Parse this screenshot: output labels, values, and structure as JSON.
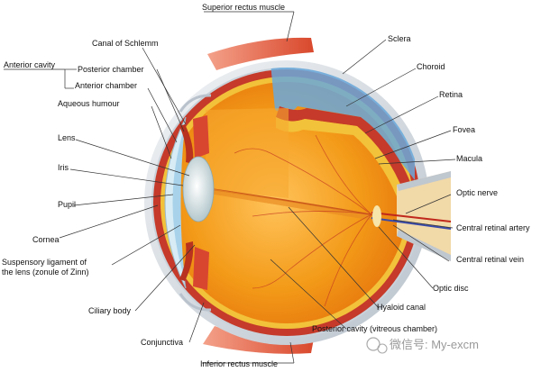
{
  "labels": {
    "superior_rectus_muscle": "Superior rectus muscle",
    "canal_of_schlemm": "Canal of Schlemm",
    "sclera": "Sclera",
    "anterior_cavity": "Anterior cavity",
    "posterior_chamber": "Posterior chamber",
    "anterior_chamber": "Anterior chamber",
    "choroid": "Choroid",
    "aqueous_humour": "Aqueous humour",
    "retina": "Retina",
    "lens": "Lens",
    "fovea": "Fovea",
    "macula": "Macula",
    "iris": "Iris",
    "optic_nerve": "Optic nerve",
    "pupil": "Pupil",
    "central_retinal_artery": "Central retinal artery",
    "cornea": "Cornea",
    "central_retinal_vein": "Central retinal vein",
    "suspensory_ligament_line1": "Suspensory ligament of",
    "suspensory_ligament_line2": "the lens (zonule of Zinn)",
    "optic_disc": "Optic disc",
    "ciliary_body": "Ciliary body",
    "hyaloid_canal": "Hyaloid canal",
    "conjunctiva": "Conjunctiva",
    "posterior_cavity": "Posterior cavity (vitreous chamber)",
    "inferior_rectus_muscle": "Inferior rectus muscle"
  },
  "watermark": {
    "text": "微信号: My-excm"
  },
  "colors": {
    "vitreous": "#f6a21a",
    "choroid": "#c8382a",
    "sclera": "#dfe4e9",
    "retina_yellow": "#f3c83a",
    "muscle": "#e8704e",
    "lens": "#dde8ea",
    "aqueous_blue": "#6fb0df"
  }
}
